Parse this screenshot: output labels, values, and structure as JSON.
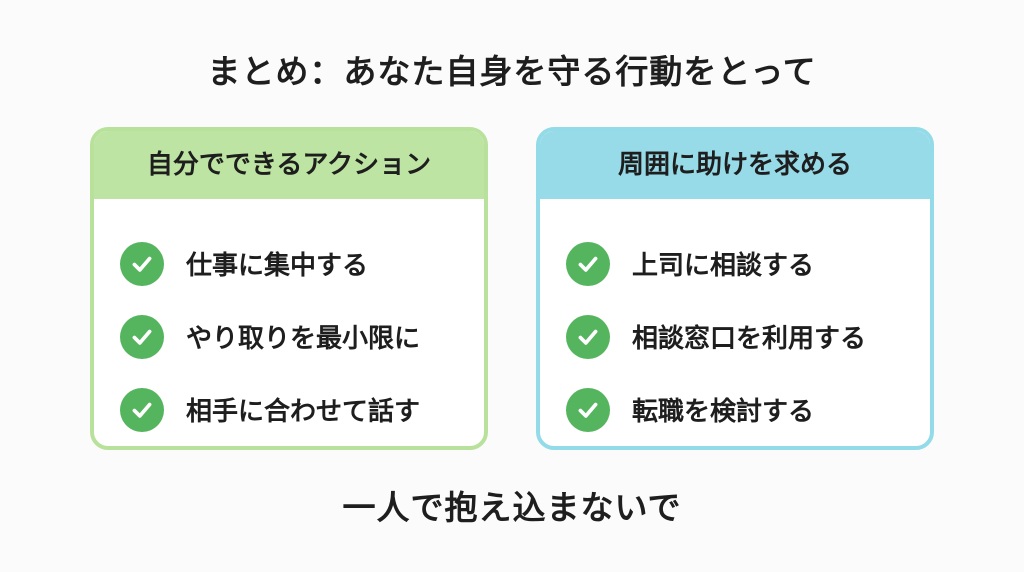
{
  "title": "まとめ：あなた自身を守る行動をとって",
  "cards": [
    {
      "header": "自分でできるアクション",
      "accent": "#bde4a2",
      "items": [
        {
          "label": "仕事に集中する",
          "icon": "check-icon"
        },
        {
          "label": "やり取りを最小限に",
          "icon": "check-icon"
        },
        {
          "label": "相手に合わせて話す",
          "icon": "check-icon"
        }
      ]
    },
    {
      "header": "周囲に助けを求める",
      "accent": "#97dbe8",
      "items": [
        {
          "label": "上司に相談する",
          "icon": "check-icon"
        },
        {
          "label": "相談窓口を利用する",
          "icon": "check-icon"
        },
        {
          "label": "転職を検討する",
          "icon": "check-icon"
        }
      ]
    }
  ],
  "footer": "一人で抱え込まないで",
  "colors": {
    "check": "#55b55f",
    "left_border": "#b8e29c",
    "right_border": "#93dbe8"
  }
}
